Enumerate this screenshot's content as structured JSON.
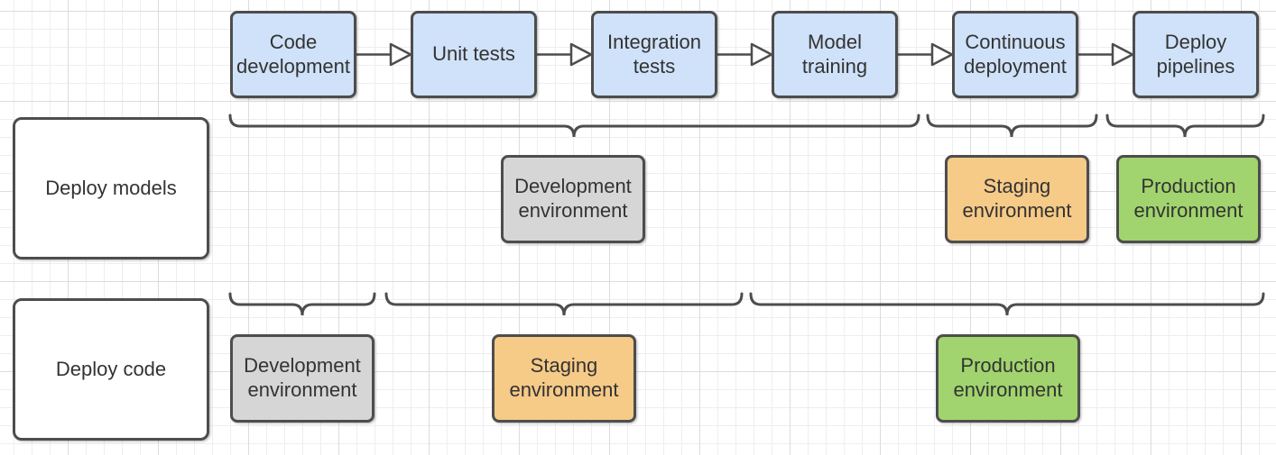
{
  "colors": {
    "process": "#cfe2f9",
    "development": "#d6d6d6",
    "staging": "#f6ca87",
    "production": "#a1d46e",
    "stroke": "#4d4d4d"
  },
  "pipeline": {
    "steps": [
      "Code\ndevelopment",
      "Unit tests",
      "Integration\ntests",
      "Model\ntraining",
      "Continuous\ndeployment",
      "Deploy\npipelines"
    ]
  },
  "lanes": {
    "deploy_models": {
      "label": "Deploy models",
      "environments": {
        "development": "Development\nenvironment",
        "staging": "Staging\nenvironment",
        "production": "Production\nenvironment"
      }
    },
    "deploy_code": {
      "label": "Deploy code",
      "environments": {
        "development": "Development\nenvironment",
        "staging": "Staging\nenvironment",
        "production": "Production\nenvironment"
      }
    }
  }
}
